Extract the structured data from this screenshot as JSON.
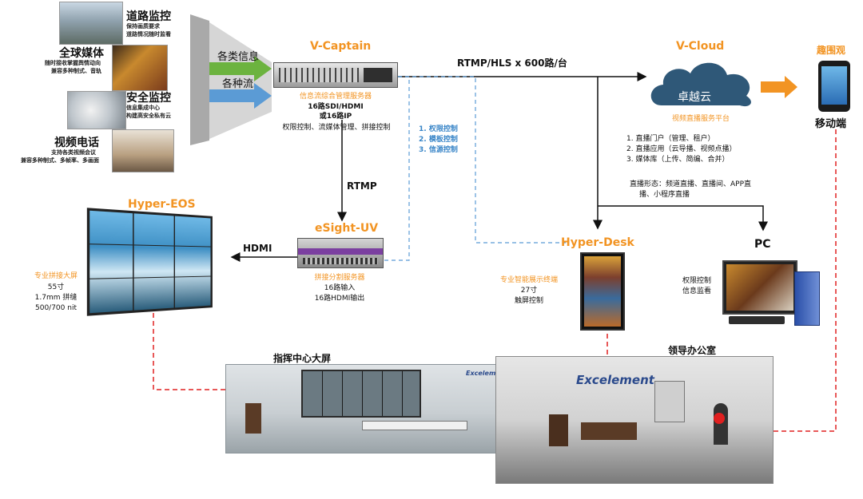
{
  "sources": [
    {
      "title": "道路监控",
      "sub": [
        "保持画质要求",
        "道路情况随时监看"
      ]
    },
    {
      "title": "全球媒体",
      "sub": [
        "随时接收掌握舆情动向",
        "兼容多种制式、音轨"
      ]
    },
    {
      "title": "安全监控",
      "sub": [
        "信息集成中心",
        "构建高安全私有云"
      ]
    },
    {
      "title": "视频电话",
      "sub": [
        "支持各类视频会议",
        "兼容多种制式、多帧率、多画面"
      ]
    }
  ],
  "funnel": {
    "line1": "各类信息",
    "line2": "各种流"
  },
  "vcaptain": {
    "title": "V-Captain",
    "subtitle": "信息流综合管理服务器",
    "lines": [
      "16路SDI/HDMI",
      "或16路IP",
      "权限控制、流媒体管理、拼接控制"
    ]
  },
  "control_list": [
    "1. 权限控制",
    "2. 模板控制",
    "3. 信源控制"
  ],
  "rtmp_top": "RTMP/HLS x 600路/台",
  "rtmp": "RTMP",
  "hdmi": "HDMI",
  "vcloud": {
    "title": "V-Cloud",
    "cloud_text": "卓越云",
    "subtitle": "视频直播服务平台",
    "items": [
      "1.  直播门户（管理、租户）",
      "2.  直播应用（云导播、视频点播）",
      "3.  媒体库（上传、简编、合并）"
    ],
    "forms": [
      "直播形态：频道直播、直播间、APP直",
      "播、小程序直播"
    ]
  },
  "mobile": {
    "title": "趣围观",
    "label": "移动端"
  },
  "esight": {
    "title": "eSight-UV",
    "subtitle": "拼接分割服务器",
    "lines": [
      "16路输入",
      "16路HDMI输出"
    ]
  },
  "hypereos": {
    "title": "Hyper-EOS",
    "subtitle": "专业拼接大屏",
    "lines": [
      "55寸",
      "1.7mm 拼缝",
      "500/700 nit"
    ]
  },
  "hyperdesk": {
    "title": "Hyper-Desk",
    "subtitle": "专业智能展示终端",
    "lines": [
      "27寸",
      "触屏控制"
    ]
  },
  "pc": {
    "title": "PC",
    "lines": [
      "权限控制",
      "信息监看"
    ]
  },
  "command_center": {
    "label": "指挥中心大屏",
    "brand": "Excelement"
  },
  "office": {
    "label": "领导办公室",
    "brand": "Excelement"
  },
  "colors": {
    "orange": "#f29423",
    "blue": "#3a86c8",
    "red": "#e02020",
    "green": "#6cb33f",
    "arrow_blue": "#5b9bd5"
  }
}
